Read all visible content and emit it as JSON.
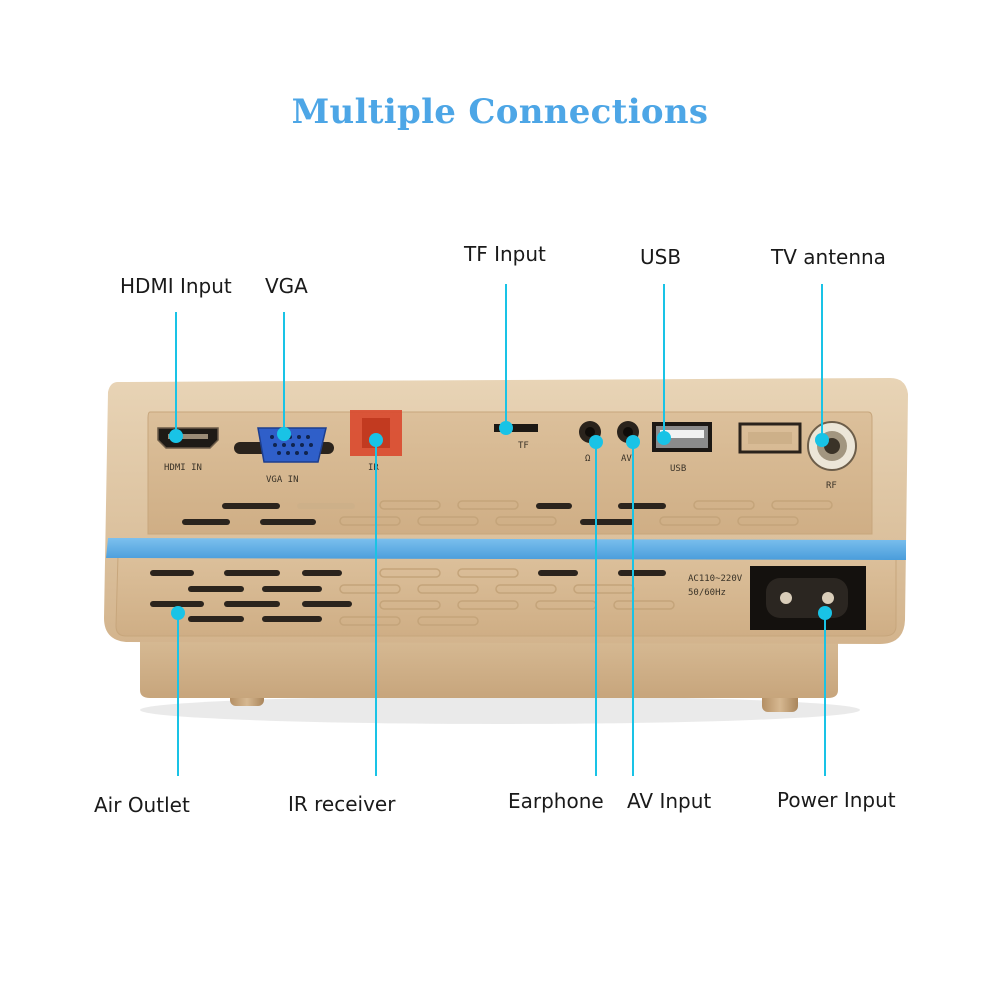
{
  "title": "Multiple Connections",
  "labels": {
    "hdmi_input": "HDMI Input",
    "vga": "VGA",
    "tf_input": "TF  Input",
    "usb": "USB",
    "tv_antenna": "TV antenna",
    "air_outlet": "Air Outlet",
    "ir_receiver": "IR  receiver",
    "earphone": "Earphone",
    "av_input": "AV Input",
    "power_input": "Power Input"
  },
  "device_markings": {
    "hdmi": "HDMI IN",
    "vga": "VGA IN",
    "ir": "IR",
    "tf": "TF",
    "earphone": "Ω",
    "av": "AV",
    "usb": "USB",
    "rf": "RF",
    "power_line1": "AC110~220V",
    "power_line2": "50/60Hz"
  },
  "colors": {
    "accent": "#4da6e6",
    "callout": "#19c3e6",
    "band": "#5aaee2",
    "body": "#d9bd97",
    "port_blue": "#2f5fc9",
    "ir_red": "#d9452a"
  }
}
